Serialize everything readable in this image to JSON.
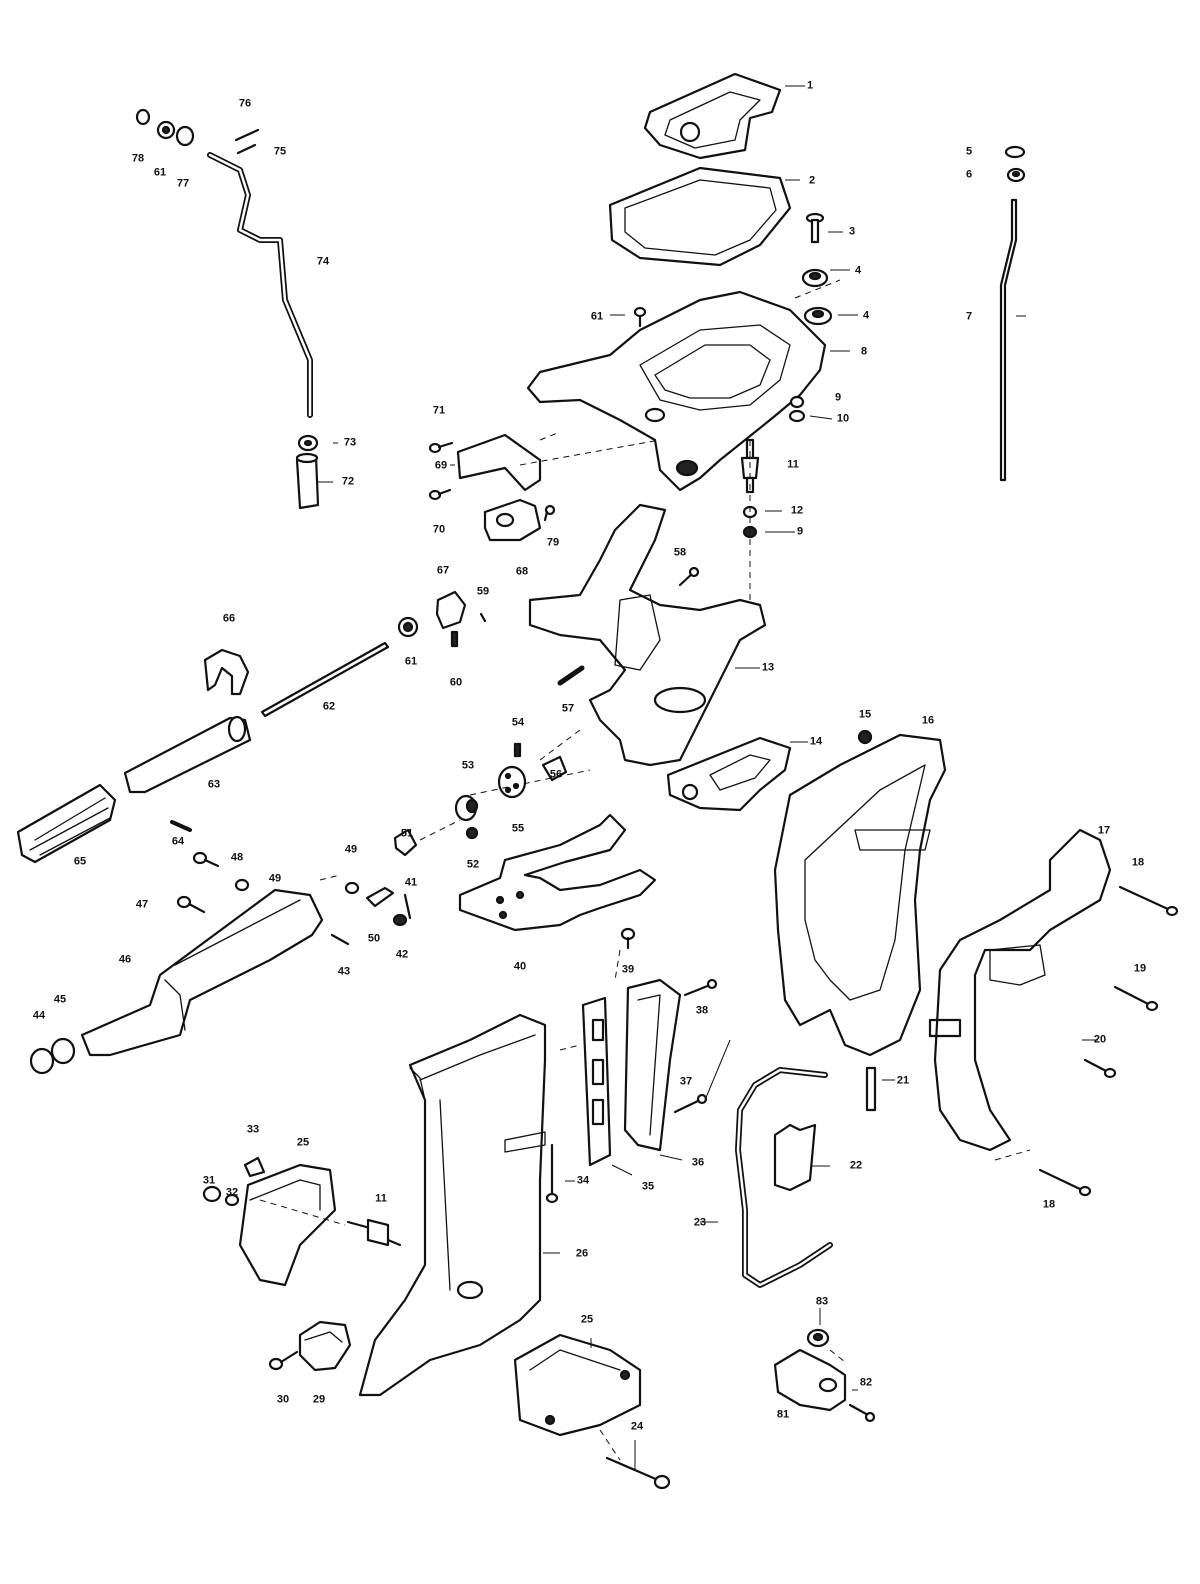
{
  "diagram": {
    "type": "exploded-parts-view",
    "colors": {
      "ink": "#111111",
      "paper": "#ffffff"
    },
    "callouts": [
      "1",
      "2",
      "3",
      "4",
      "4",
      "5",
      "6",
      "7",
      "8",
      "9",
      "10",
      "11",
      "12",
      "9",
      "13",
      "14",
      "15",
      "16",
      "17",
      "18",
      "19",
      "20",
      "21",
      "22",
      "23",
      "18",
      "24",
      "25",
      "26",
      "29",
      "30",
      "31",
      "32",
      "33",
      "25",
      "11",
      "34",
      "35",
      "36",
      "37",
      "38",
      "39",
      "40",
      "41",
      "42",
      "43",
      "44",
      "45",
      "46",
      "47",
      "48",
      "49",
      "49",
      "50",
      "51",
      "52",
      "53",
      "54",
      "55",
      "56",
      "57",
      "58",
      "59",
      "60",
      "61",
      "62",
      "63",
      "64",
      "65",
      "66",
      "67",
      "68",
      "69",
      "70",
      "71",
      "72",
      "73",
      "74",
      "75",
      "76",
      "77",
      "61",
      "78",
      "79",
      "61",
      "81",
      "82",
      "83"
    ]
  }
}
